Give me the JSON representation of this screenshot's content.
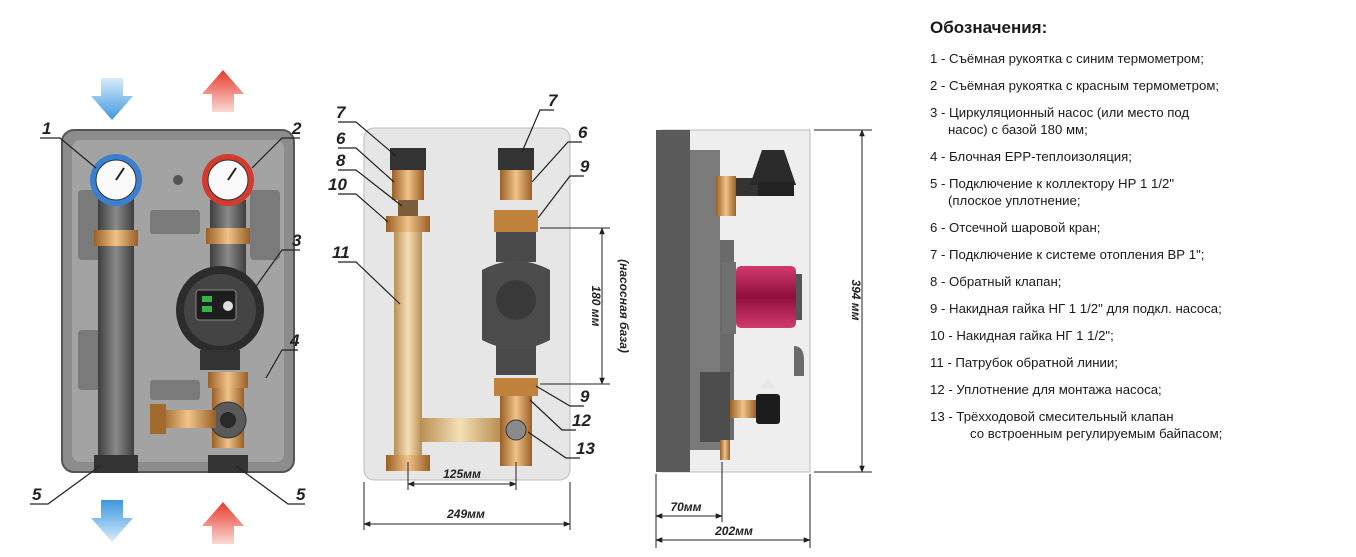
{
  "colors": {
    "cold_arrow": "#4aa3e6",
    "hot_arrow": "#e84a3a",
    "insulation": "#8a8a8a",
    "pipe": "#5a5a5a",
    "brass": "#c98a4a",
    "pump_red": "#b8194f",
    "panel": "#eaeaea"
  },
  "callouts": {
    "front": [
      "1",
      "2",
      "3",
      "4",
      "5",
      "5"
    ],
    "middle": [
      "7",
      "6",
      "8",
      "10",
      "11",
      "7",
      "6",
      "9",
      "9",
      "12",
      "13"
    ]
  },
  "dimensions": {
    "d125": "125мм",
    "d249": "249мм",
    "d180": "180 мм",
    "d180_note": "(насосная база)",
    "d394": "394 мм",
    "d70": "70мм",
    "d202": "202мм"
  },
  "legend": {
    "title": "Обозначения:",
    "items": [
      {
        "line1": "1 - Съёмная рукоятка с синим термометром;",
        "line2": ""
      },
      {
        "line1": "2 - Съёмная рукоятка с красным термометром;",
        "line2": ""
      },
      {
        "line1": "3 - Циркуляционный насос (или место под",
        "line2": "насос) с базой 180 мм;"
      },
      {
        "line1": "4 - Блочная EPP-теплоизоляция;",
        "line2": ""
      },
      {
        "line1": "5 - Подключение к коллектору НР 1 1/2\"",
        "line2": "(плоское уплотнение;"
      },
      {
        "line1": "6 - Отсечной шаровой кран;",
        "line2": ""
      },
      {
        "line1": "7 - Подключение к системе отопления ВР 1\";",
        "line2": ""
      },
      {
        "line1": "8 - Обратный клапан;",
        "line2": ""
      },
      {
        "line1": "9 - Накидная гайка НГ 1 1/2\" для подкл. насоса;",
        "line2": ""
      },
      {
        "line1": "10 - Накидная гайка НГ 1 1/2\";",
        "line2": ""
      },
      {
        "line1": "11 - Патрубок обратной линии;",
        "line2": ""
      },
      {
        "line1": "12 - Уплотнение для монтажа насоса;",
        "line2": ""
      },
      {
        "line1": "13 - Трёхходовой смесительный клапан",
        "line2": "со встроенным регулируемым байпасом;"
      }
    ]
  }
}
